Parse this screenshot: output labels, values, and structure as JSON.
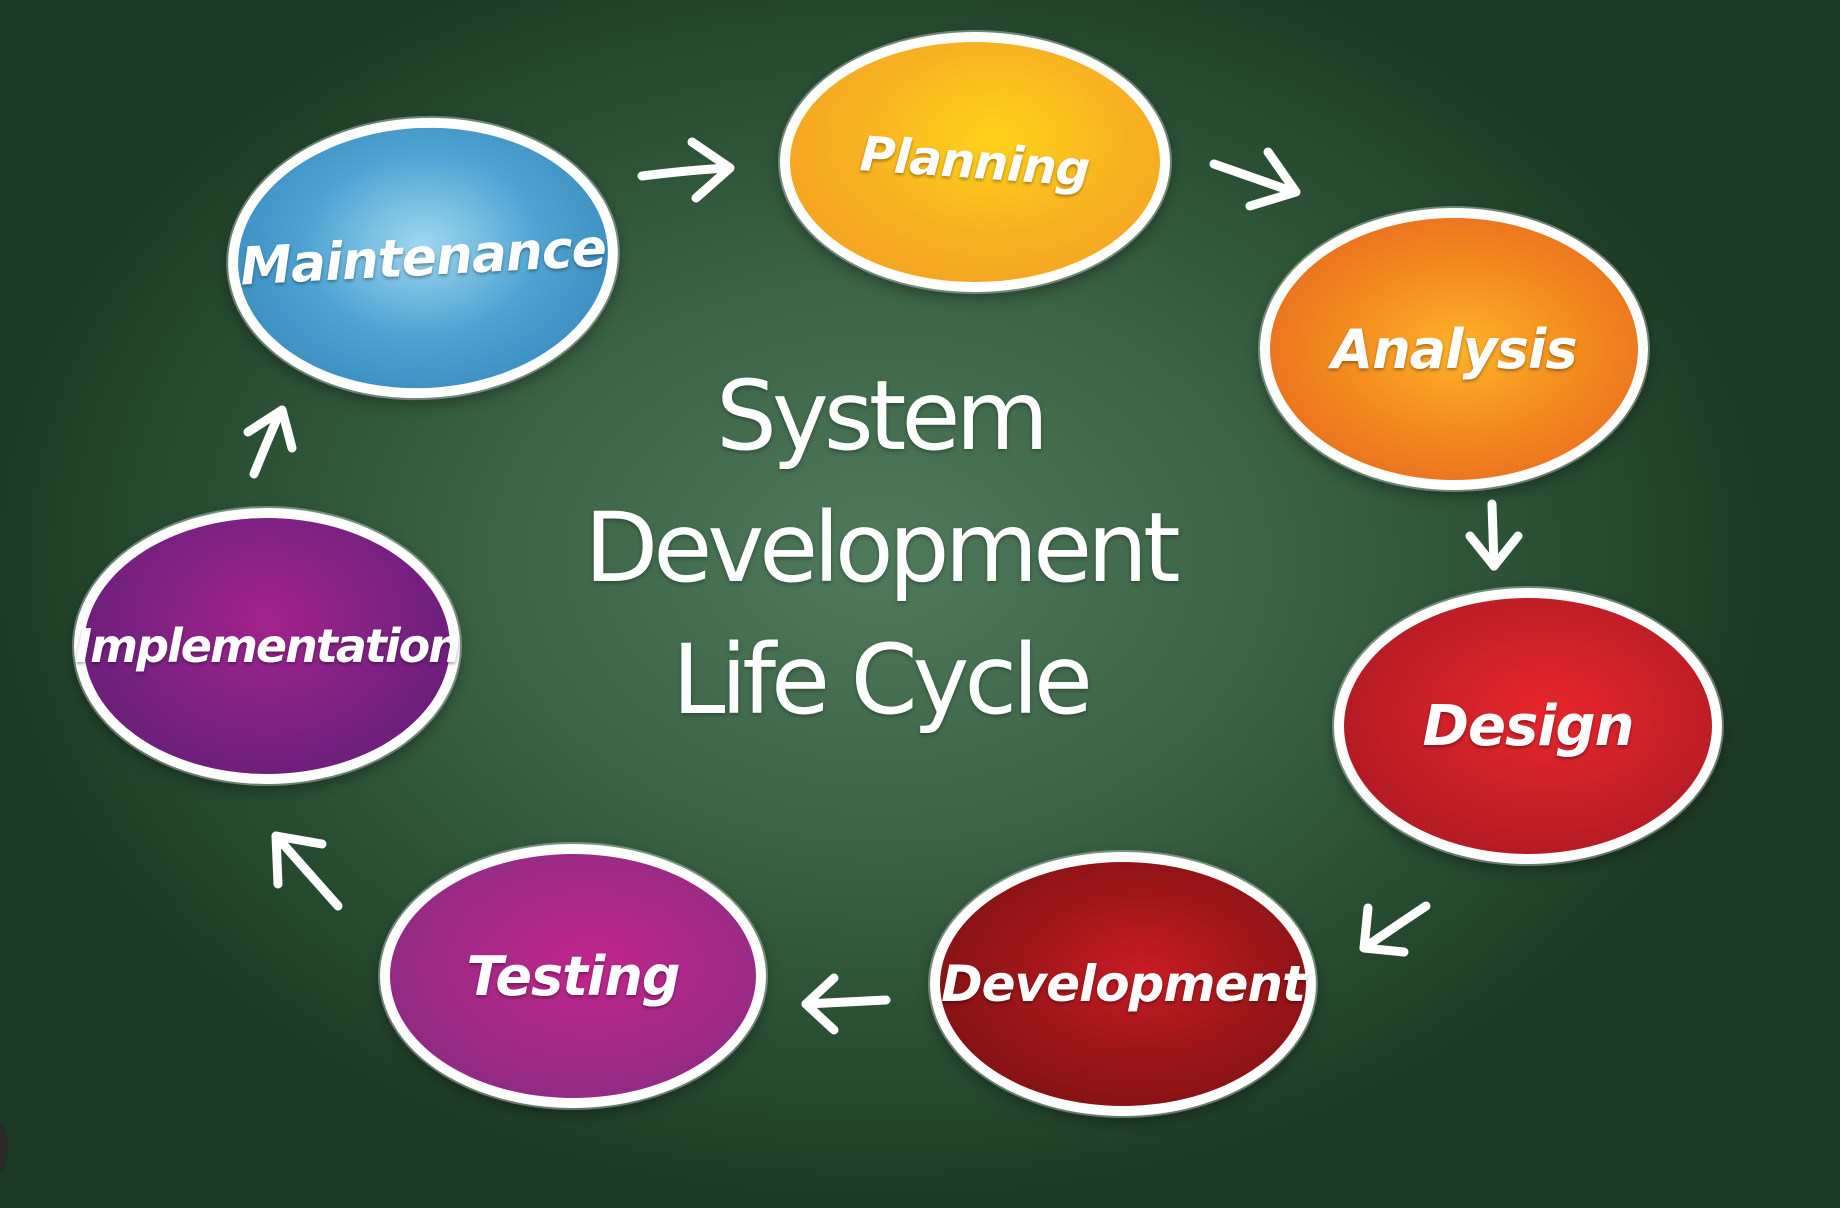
{
  "title": {
    "line1": "System",
    "line2": "Development",
    "line3": "Life Cycle"
  },
  "stages": {
    "planning": "Planning",
    "analysis": "Analysis",
    "design": "Design",
    "development": "Development",
    "testing": "Testing",
    "implementation": "Implementation",
    "maintenance": "Maintenance"
  },
  "colors": {
    "board": "#3a6244",
    "planning": "#f5a623",
    "analysis": "#ee7a1c",
    "design": "#c5202a",
    "development": "#8e1418",
    "testing": "#932a82",
    "implementation": "#7a2180",
    "maintenance": "#3a8ec2",
    "outline": "#ffffff"
  }
}
